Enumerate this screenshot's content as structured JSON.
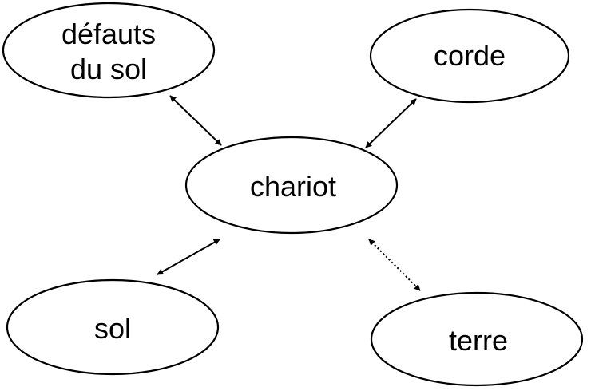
{
  "diagram": {
    "nodes": {
      "defauts": {
        "line1": "défauts",
        "line2": "du sol"
      },
      "corde": {
        "label": "corde"
      },
      "chariot": {
        "label": "chariot"
      },
      "sol": {
        "label": "sol"
      },
      "terre": {
        "label": "terre"
      }
    },
    "edges": [
      {
        "from": "chariot",
        "to": "défauts du sol",
        "style": "solid",
        "direction": "both"
      },
      {
        "from": "chariot",
        "to": "corde",
        "style": "solid",
        "direction": "both"
      },
      {
        "from": "chariot",
        "to": "sol",
        "style": "solid",
        "direction": "both"
      },
      {
        "from": "chariot",
        "to": "terre",
        "style": "dotted",
        "direction": "both"
      }
    ],
    "colors": {
      "stroke": "#000000",
      "background": "#ffffff"
    }
  }
}
